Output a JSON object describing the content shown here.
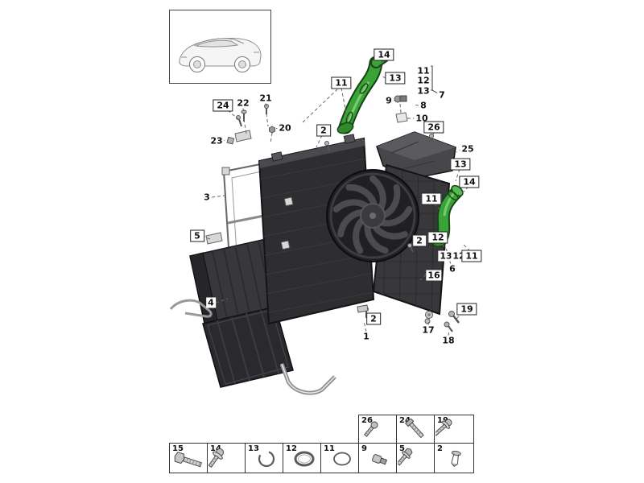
{
  "callouts": [
    {
      "label": "14",
      "boxed": true
    },
    {
      "label": "11",
      "boxed": true
    },
    {
      "label": "13",
      "boxed": true
    },
    {
      "label": "11",
      "boxed": false
    },
    {
      "label": "12",
      "boxed": false
    },
    {
      "label": "13",
      "boxed": false
    },
    {
      "label": "7",
      "boxed": false
    },
    {
      "label": "9",
      "boxed": false
    },
    {
      "label": "8",
      "boxed": false
    },
    {
      "label": "10",
      "boxed": false
    },
    {
      "label": "22",
      "boxed": false
    },
    {
      "label": "21",
      "boxed": false
    },
    {
      "label": "24",
      "boxed": true
    },
    {
      "label": "20",
      "boxed": false
    },
    {
      "label": "23",
      "boxed": false
    },
    {
      "label": "2",
      "boxed": true
    },
    {
      "label": "26",
      "boxed": true
    },
    {
      "label": "25",
      "boxed": false
    },
    {
      "label": "3",
      "boxed": false
    },
    {
      "label": "13",
      "boxed": true
    },
    {
      "label": "14",
      "boxed": true
    },
    {
      "label": "5",
      "boxed": true
    },
    {
      "label": "11",
      "boxed": true
    },
    {
      "label": "12",
      "boxed": true
    },
    {
      "label": "13",
      "boxed": false
    },
    {
      "label": "12",
      "boxed": false
    },
    {
      "label": "11",
      "boxed": true
    },
    {
      "label": "6",
      "boxed": false
    },
    {
      "label": "16",
      "boxed": false
    },
    {
      "label": "2",
      "boxed": true
    },
    {
      "label": "4",
      "boxed": false
    },
    {
      "label": "17",
      "boxed": false
    },
    {
      "label": "19",
      "boxed": true
    },
    {
      "label": "18",
      "boxed": false
    },
    {
      "label": "1",
      "boxed": false
    },
    {
      "label": "2",
      "boxed": true
    }
  ],
  "legend": {
    "top_row": [
      {
        "num": "26"
      },
      {
        "num": "24"
      },
      {
        "num": "19"
      }
    ],
    "bottom_row": [
      {
        "num": "15"
      },
      {
        "num": "14"
      },
      {
        "num": "13"
      },
      {
        "num": "12"
      },
      {
        "num": "11"
      },
      {
        "num": "9"
      },
      {
        "num": "5"
      },
      {
        "num": "2"
      }
    ]
  },
  "colors": {
    "hose_green": "#3aa336",
    "part_dark": "#2e2e31",
    "leader_line": "#666666"
  }
}
